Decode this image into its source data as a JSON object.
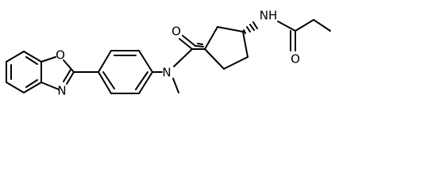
{
  "atoms": {
    "oxazole_o": "O",
    "oxazole_n": "N",
    "amide_n": "N",
    "carbonyl_o1": "O",
    "nh": "NH",
    "carbonyl_o2": "O"
  }
}
